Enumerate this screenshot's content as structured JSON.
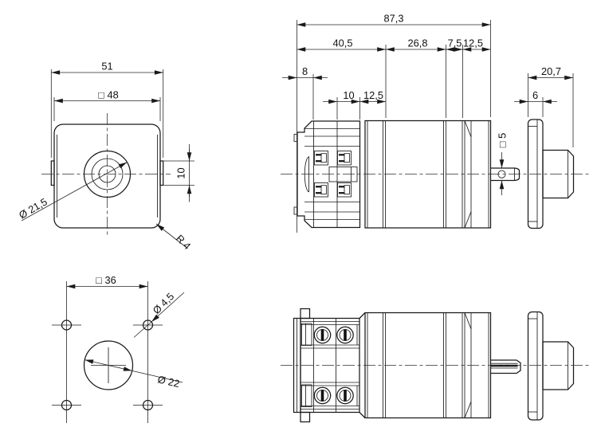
{
  "drawing": {
    "front_view": {
      "overall_width": "51",
      "square_size": "□  48",
      "tab_height": "10",
      "bore_diameter": "Ø 21,5",
      "corner_radius": "R 4"
    },
    "side_view": {
      "total_length": "87,3",
      "gearbox_length": "40,5",
      "motor_length": "26,8",
      "groove_length": "7,5",
      "collar_length": "12,5",
      "cap_length": "8",
      "terminal_length": "10",
      "terminal_pitch": "12,5",
      "output_length": "20,7",
      "flange_thickness": "6",
      "shaft_square": "□ 5"
    },
    "mounting_view": {
      "hole_spacing": "□  36",
      "hole_diameter": "Ø 4,5",
      "pilot_diameter": "Ø 22"
    }
  }
}
